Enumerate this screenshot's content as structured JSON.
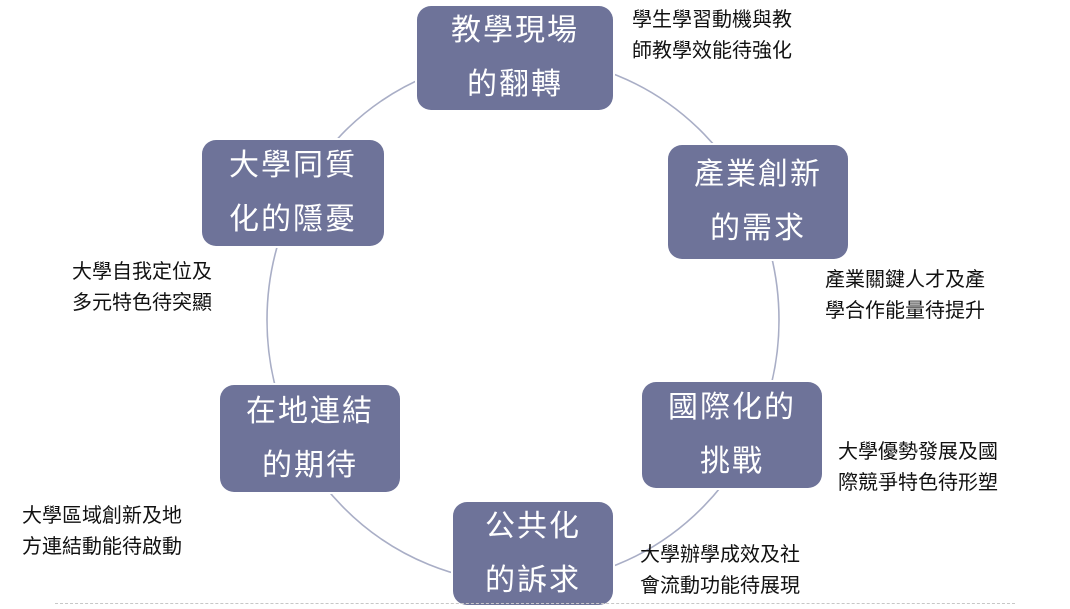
{
  "nodes": [
    {
      "line1": "教學現場",
      "line2": "的翻轉"
    },
    {
      "line1": "產業創新",
      "line2": "的需求"
    },
    {
      "line1": "國際化的",
      "line2": "挑戰"
    },
    {
      "line1": "公共化",
      "line2": "的訴求"
    },
    {
      "line1": "在地連結",
      "line2": "的期待"
    },
    {
      "line1": "大學同質",
      "line2": "化的隱憂"
    }
  ],
  "notes": [
    {
      "line1": "學生學習動機與教",
      "line2": "師教學效能待強化"
    },
    {
      "line1": "產業關鍵人才及產",
      "line2": "學合作能量待提升"
    },
    {
      "line1": "大學優勢發展及國",
      "line2": "際競爭特色待形塑"
    },
    {
      "line1": "大學辦學成效及社",
      "line2": "會流動功能待展現"
    },
    {
      "line1": "大學區域創新及地",
      "line2": "方連結動能待啟動"
    },
    {
      "line1": "大學自我定位及",
      "line2": "多元特色待突顯"
    }
  ],
  "colors": {
    "node_fill": "#6e7399",
    "ring": "#a9aec6"
  }
}
